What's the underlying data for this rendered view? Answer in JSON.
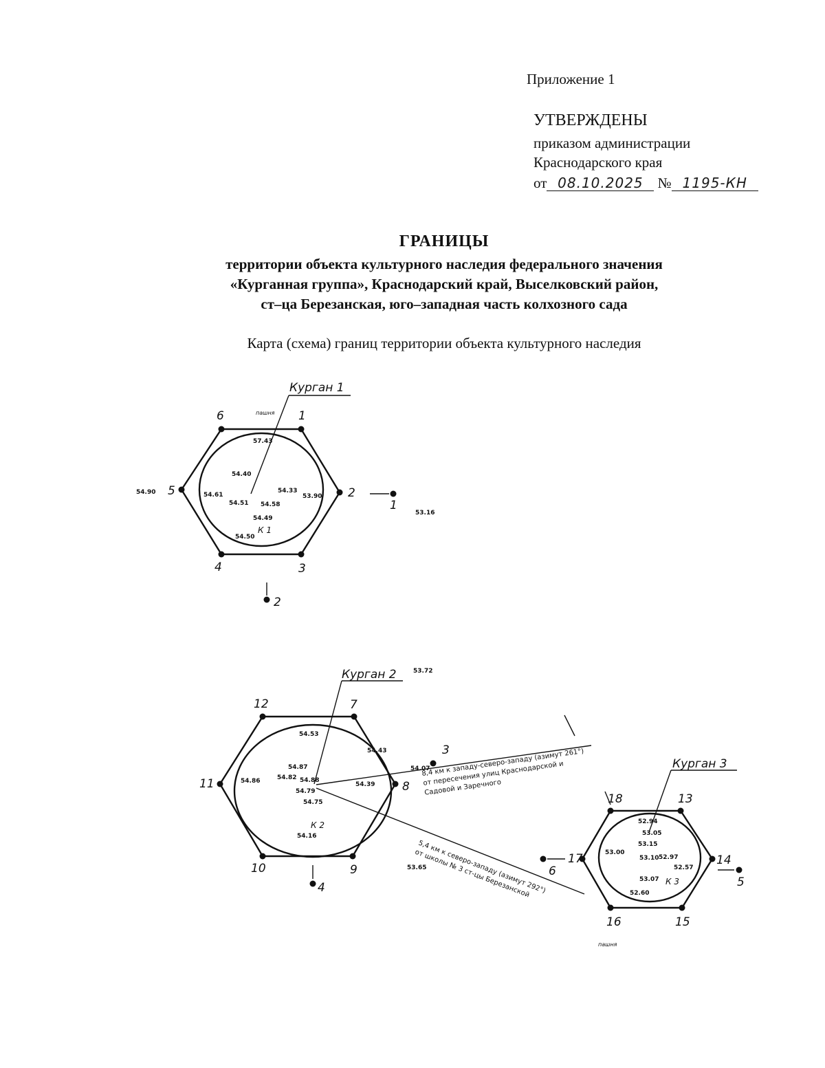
{
  "header": {
    "appendix": "Приложение 1",
    "approved": "УТВЕРЖДЕНЫ",
    "order_line": "приказом администрации",
    "region_line": "Краснодарского края",
    "date_prefix": "от",
    "date_value": "08.10.2025",
    "number_prefix": "№",
    "number_value": "1195-КН"
  },
  "title": {
    "main": "ГРАНИЦЫ",
    "line1": "территории объекта культурного наследия федерального значения",
    "line2": "«Курганная группа», Краснодарский край, Выселковский район,",
    "line3": "ст–ца Березанская, юго–западная часть колхозного сада"
  },
  "map_caption": "Карта (схема) границ территории объекта культурного наследия",
  "map": {
    "mounds": [
      {
        "title": "Курган 1",
        "label": "К 1",
        "vertices": [
          "1",
          "2",
          "3",
          "4",
          "5",
          "6"
        ],
        "elevations": [
          "57.43",
          "54.40",
          "54.61",
          "54.51",
          "54.33",
          "54.58",
          "53.90",
          "54.49",
          "54.50",
          "54.90"
        ],
        "note_small": "пашня"
      },
      {
        "title": "Курган 2",
        "label": "К 2",
        "vertices": [
          "7",
          "8",
          "9",
          "10",
          "11",
          "12"
        ],
        "elevations": [
          "54.53",
          "54.43",
          "54.87",
          "54.86",
          "54.82",
          "54.88",
          "54.39",
          "54.79",
          "54.75",
          "54.16",
          "54.07",
          "53.65",
          "53.72"
        ]
      },
      {
        "title": "Курган 3",
        "label": "К 3",
        "vertices": [
          "13",
          "14",
          "15",
          "16",
          "17",
          "18"
        ],
        "elevations": [
          "52.94",
          "53.05",
          "53.15",
          "53.00",
          "53.10",
          "52.97",
          "52.57",
          "53.07",
          "52.60"
        ],
        "note_small": "пашня"
      }
    ],
    "markers": [
      "1",
      "2",
      "3",
      "4",
      "5",
      "6"
    ],
    "marker_elevation": "53.16",
    "note1": [
      "8,4 км к западу-северо-западу (азимут 261°)",
      "от пересечения улиц Краснодарской и",
      "Садовой и Заречного"
    ],
    "note2": [
      "5,4 км к северо-западу (азимут 292°)",
      "от школы № 3 ст-цы Березанской"
    ]
  }
}
